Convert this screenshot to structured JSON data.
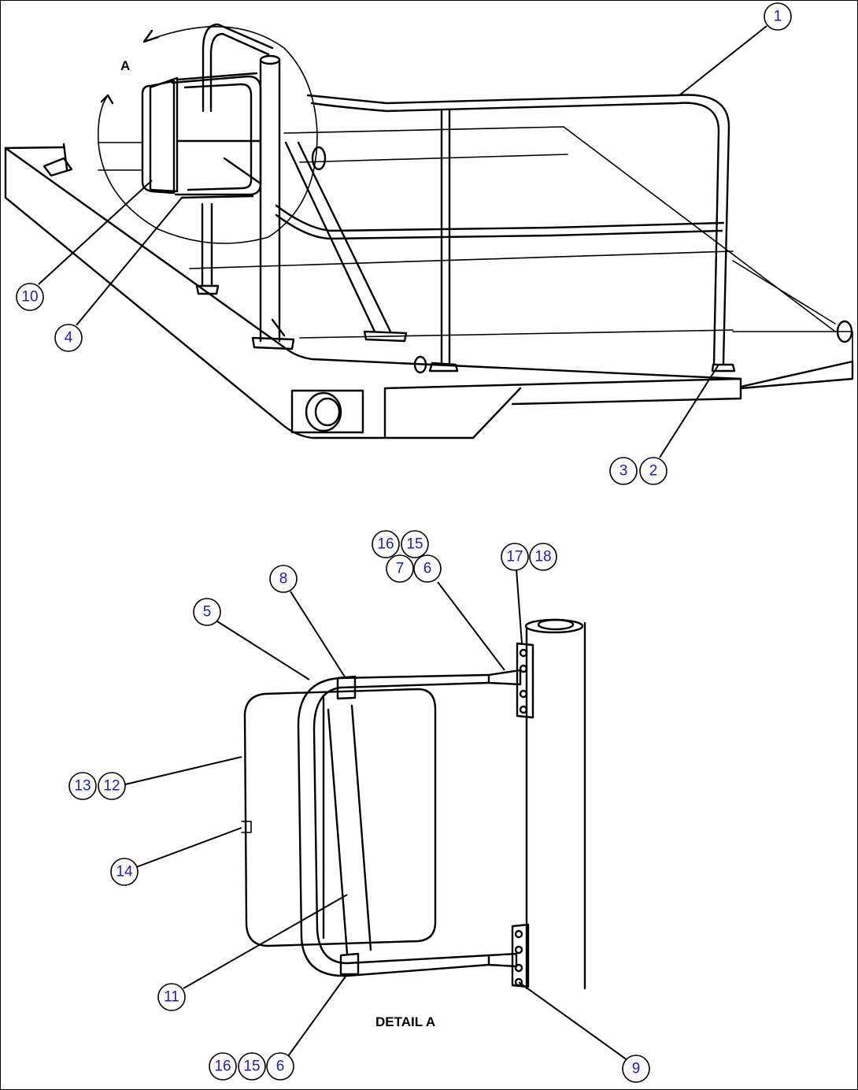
{
  "view_label": "A",
  "detail_label": "DETAIL A",
  "callouts": {
    "c1": "1",
    "c2": "2",
    "c3": "3",
    "c4": "4",
    "c10": "10",
    "d16a": "16",
    "d15a": "15",
    "d7": "7",
    "d6a": "6",
    "d17": "17",
    "d18": "18",
    "d8": "8",
    "d5": "5",
    "d13": "13",
    "d12": "12",
    "d14": "14",
    "d11": "11",
    "d16b": "16",
    "d15b": "15",
    "d6b": "6",
    "d9": "9"
  },
  "colors": {
    "callout_text": "#1a1ad6",
    "line": "#000000",
    "background": "#ffffff"
  }
}
